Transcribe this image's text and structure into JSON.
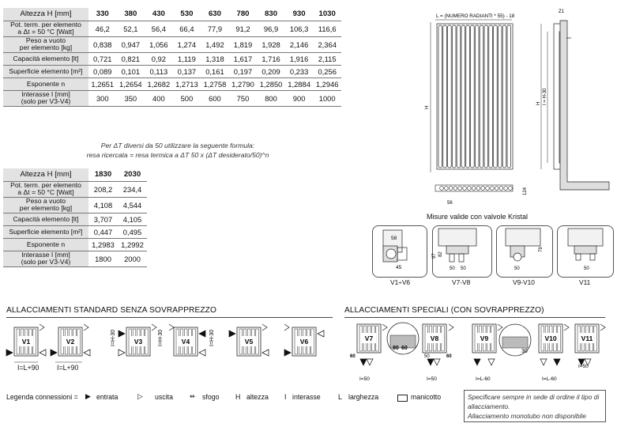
{
  "table1": {
    "rows": [
      {
        "label": [
          "Altezza H [mm]"
        ],
        "values": [
          "330",
          "380",
          "430",
          "530",
          "630",
          "780",
          "830",
          "930",
          "1030"
        ],
        "bold": true
      },
      {
        "label": [
          "Pot. term. per elemento",
          "a Δt = 50 °C [Watt]"
        ],
        "values": [
          "46,2",
          "52,1",
          "56,4",
          "66,4",
          "77,9",
          "91,2",
          "96,9",
          "106,3",
          "116,6"
        ]
      },
      {
        "label": [
          "Peso a vuoto",
          "per elemento [kg]"
        ],
        "values": [
          "0,838",
          "0,947",
          "1,056",
          "1,274",
          "1,492",
          "1,819",
          "1,928",
          "2,146",
          "2,364"
        ]
      },
      {
        "label": [
          "Capacità elemento [lt]"
        ],
        "values": [
          "0,721",
          "0,821",
          "0,92",
          "1,119",
          "1,318",
          "1,617",
          "1,716",
          "1,916",
          "2,115"
        ]
      },
      {
        "label": [
          "Superficie elemento [m²]"
        ],
        "values": [
          "0,089",
          "0,101",
          "0,113",
          "0,137",
          "0,161",
          "0,197",
          "0,209",
          "0,233",
          "0,256"
        ]
      },
      {
        "label": [
          "Esponente n"
        ],
        "values": [
          "1,2651",
          "1,2654",
          "1,2682",
          "1,2713",
          "1,2758",
          "1,2790",
          "1,2850",
          "1,2884",
          "1,2946"
        ]
      },
      {
        "label": [
          "Interasse I [mm]",
          "(solo per V3-V4)"
        ],
        "values": [
          "300",
          "350",
          "400",
          "500",
          "600",
          "750",
          "800",
          "900",
          "1000"
        ]
      }
    ]
  },
  "table2": {
    "rows": [
      {
        "label": [
          "Altezza H [mm]"
        ],
        "values": [
          "1830",
          "2030"
        ],
        "bold": true
      },
      {
        "label": [
          "Pot. term. per elemento",
          "a Δt = 50 °C [Watt]"
        ],
        "values": [
          "208,2",
          "234,4"
        ]
      },
      {
        "label": [
          "Peso a vuoto",
          "per elemento [kg]"
        ],
        "values": [
          "4,108",
          "4,544"
        ]
      },
      {
        "label": [
          "Capacità elemento [lt]"
        ],
        "values": [
          "3,707",
          "4,105"
        ]
      },
      {
        "label": [
          "Superficie elemento [m²]"
        ],
        "values": [
          "0,447",
          "0,495"
        ]
      },
      {
        "label": [
          "Esponente n"
        ],
        "values": [
          "1,2983",
          "1,2992"
        ]
      },
      {
        "label": [
          "Interasse I [mm]",
          "(solo per V3-V4)"
        ],
        "values": [
          "1800",
          "2000"
        ]
      }
    ]
  },
  "formula_note": {
    "line1": "Per ΔT diversi da 50 utilizzare la seguente formula:",
    "line2": "resa ricercata = resa termica a ΔT 50 x (ΔT desiderato/50)^n"
  },
  "drawing": {
    "top_label": "L = (NUMERO RADIANTI * 55) - 18",
    "h_label": "H",
    "i_label": "I = H-30",
    "z1": "Z1",
    "d56": "56",
    "d124": "124",
    "h30": "H-30",
    "valve_caption": "Misure valide con valvole Kristal"
  },
  "valves": [
    {
      "name": "V1÷V6",
      "dims": [
        "58",
        "45"
      ]
    },
    {
      "name": "V7-V8",
      "dims": [
        "97",
        "82",
        "50",
        "50"
      ]
    },
    {
      "name": "V9-V10",
      "dims": [
        "79",
        "50"
      ]
    },
    {
      "name": "V11",
      "dims": [
        "50"
      ]
    }
  ],
  "standard": {
    "title": "ALLACCIAMENTI STANDARD SENZA SOVRAPPREZZO",
    "items": [
      "V1",
      "V2",
      "V3",
      "V4",
      "V5",
      "V6"
    ],
    "dim_v1": "I=L+90",
    "dim_v2": "I=L+90",
    "dim_h30": "I=H-30"
  },
  "special": {
    "title": "ALLACCIAMENTI SPECIALI (CON SOVRAPPREZZO)",
    "items": [
      "V7",
      "V8",
      "V9",
      "V10",
      "V11"
    ],
    "d60": "60",
    "d80": "80",
    "d50": "50",
    "d30": "30",
    "i50": "I=50",
    "il60": "I=L-60"
  },
  "legend": {
    "prefix": "Legenda connessioni =",
    "entrata": "entrata",
    "uscita": "uscita",
    "sfogo": "sfogo",
    "h_sym": "H",
    "altezza": "altezza",
    "i_sym": "I",
    "interasse": "interasse",
    "l_sym": "L",
    "larghezza": "larghezza",
    "manicotto": "manicotto"
  },
  "footnote": {
    "line1": "Specificare sempre in sede di ordine il tipo di",
    "line2": "allacciamento.",
    "line3": "Allacciamento monotubo non disponibile"
  }
}
